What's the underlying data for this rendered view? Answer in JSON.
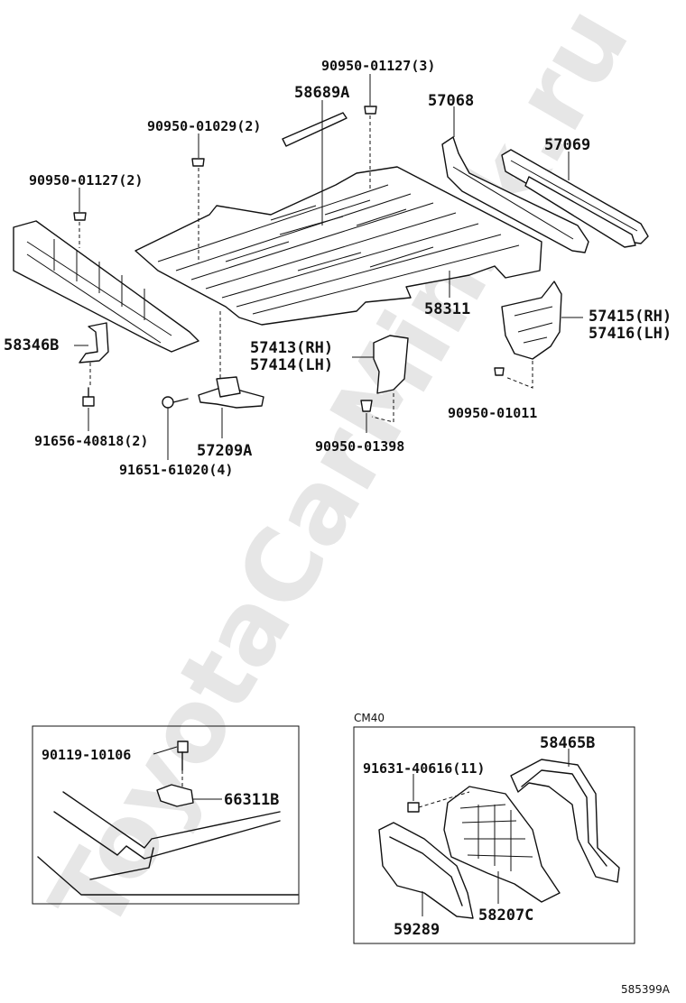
{
  "watermark": "ToyotaCarMinsk.ru",
  "parts": {
    "p_90950_01127_3": "90950-01127(3)",
    "p_58689A": "58689A",
    "p_57068": "57068",
    "p_90950_01029_2": "90950-01029(2)",
    "p_57069": "57069",
    "p_90950_01127_2": "90950-01127(2)",
    "p_58311": "58311",
    "p_57415": "57415(RH)",
    "p_57416": "57416(LH)",
    "p_58346B": "58346B",
    "p_57413": "57413(RH)",
    "p_57414": "57414(LH)",
    "p_90950_01011": "90950-01011",
    "p_91656": "91656-40818(2)",
    "p_57209A": "57209A",
    "p_90950_01398": "90950-01398",
    "p_91651": "91651-61020(4)"
  },
  "inset_left": {
    "p_90119": "90119-10106",
    "p_66311B": "66311B"
  },
  "inset_right": {
    "variant_label": "CM40",
    "p_58465B": "58465B",
    "p_91631": "91631-40616(11)",
    "p_59289": "59289",
    "p_58207C": "58207C"
  },
  "footer_code": "585399A"
}
